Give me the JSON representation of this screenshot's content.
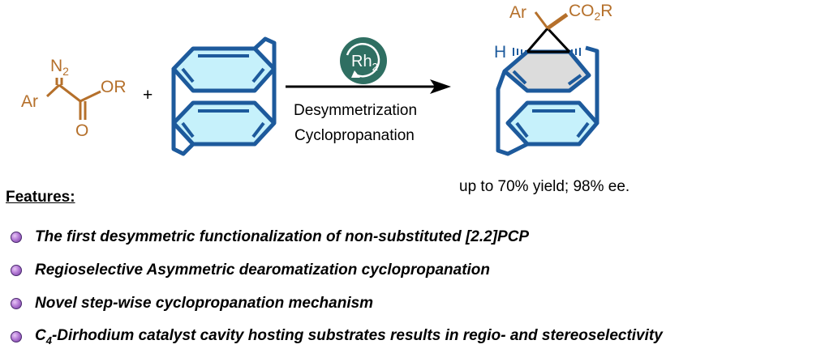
{
  "scheme": {
    "diazo": {
      "n2": "N",
      "n2_sub": "2",
      "ar": "Ar",
      "or": "OR",
      "o": "O"
    },
    "plus": "+",
    "catalyst": {
      "label": "Rh",
      "sub": "2"
    },
    "arrow_line1": "Desymmetrization",
    "arrow_line2": "Cyclopropanation",
    "product": {
      "ar": "Ar",
      "co2r_a": "CO",
      "co2r_sub": "2",
      "co2r_b": "R",
      "h": "H"
    }
  },
  "yield_text": "up to 70% yield; 98% ee.",
  "features_title": "Features:",
  "features": [
    {
      "text": "The first desymmetric functionalization of non-substituted [2.2]PCP"
    },
    {
      "text": "Regioselective Asymmetric dearomatization cyclopropanation"
    },
    {
      "text": "Novel step-wise cyclopropanation mechanism"
    },
    {
      "prefix": "C",
      "prefix_sub": "4",
      "text": "-Dirhodium catalyst cavity hosting substrates results in regio- and stereoselectivity"
    }
  ],
  "colors": {
    "bond_blue": "#1d5a9c",
    "ring_fill": "#c6f1fb",
    "product_ring_fill": "#dcdcdc",
    "reagent_brown": "#b5702b",
    "catalyst_green": "#2f6f62",
    "bullet_purple": "#9b5cc4"
  }
}
